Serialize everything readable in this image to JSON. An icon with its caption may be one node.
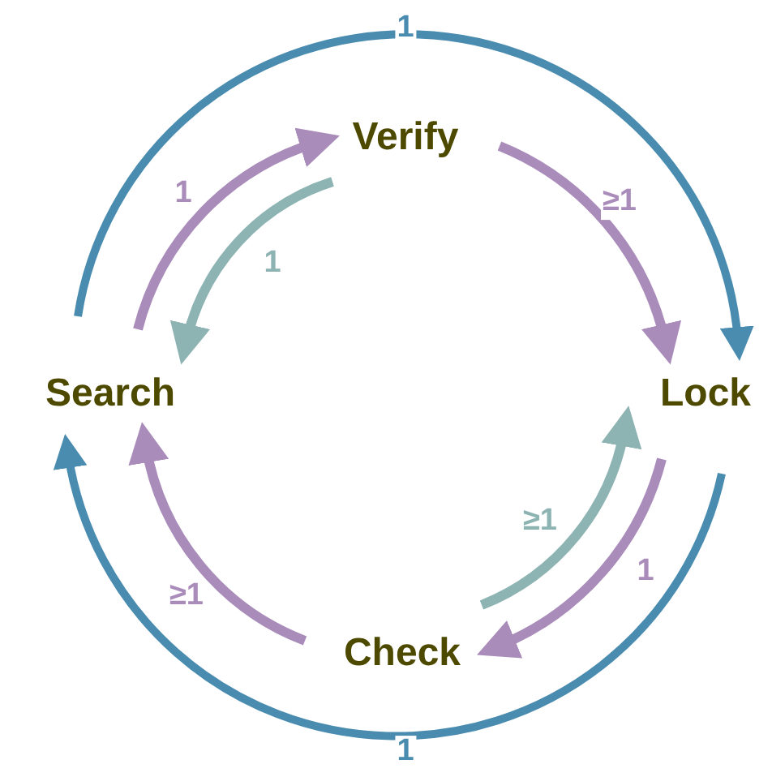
{
  "diagram": {
    "nodes": [
      {
        "text": [
          "Verify"
        ]
      },
      {
        "text": [
          "Search"
        ]
      },
      {
        "text": [
          "Lock"
        ]
      },
      {
        "text": [
          "Check"
        ]
      }
    ],
    "edges": [
      {
        "from": 1,
        "to": 2,
        "arrow": "to",
        "label": "1",
        "color": "#4a8cb0"
      },
      {
        "from": 1,
        "to": 0,
        "arrow": "to",
        "label": "1"
      },
      {
        "from": 0,
        "to": 1,
        "arrow": "to",
        "label": "1",
        "color": "#8db3b3"
      },
      {
        "from": 0,
        "to": 2,
        "arrow": "to",
        "label": "≥1"
      },
      {
        "from": 2,
        "to": 1,
        "arrow": "to",
        "label": "1",
        "color": "#4a8cb0"
      },
      {
        "from": 3,
        "to": 1,
        "arrow": "to",
        "label": "≥1"
      },
      {
        "from": 3,
        "to": 2,
        "arrow": "to",
        "label": "≥1",
        "color": "#8db3b3"
      },
      {
        "from": 2,
        "to": 3,
        "arrow": "to",
        "label": "1"
      }
    ]
  }
}
